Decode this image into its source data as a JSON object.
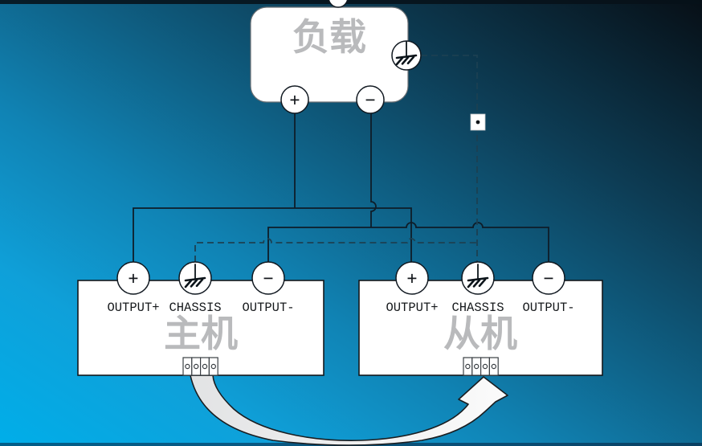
{
  "slide": {
    "load": {
      "label": "负载",
      "plus_terminal": "+",
      "minus_terminal": "−"
    },
    "master_unit": {
      "title": "主机",
      "plus_terminal": "+",
      "minus_terminal": "−",
      "labels": [
        "OUTPUT+",
        "CHASSIS",
        "OUTPUT-"
      ]
    },
    "slave_unit": {
      "title": "从机",
      "plus_terminal": "+",
      "minus_terminal": "−",
      "labels": [
        "OUTPUT+",
        "CHASSIS",
        "OUTPUT-"
      ]
    },
    "colors": {
      "background_top": "#070f16",
      "background_bottom": "#00aee9",
      "wire": "#0e1d29",
      "dashed_wire": "#1c4052",
      "box_fill": "#ffffff",
      "title_gray": "#b9babc",
      "arrow_fill": "#ededed"
    }
  }
}
